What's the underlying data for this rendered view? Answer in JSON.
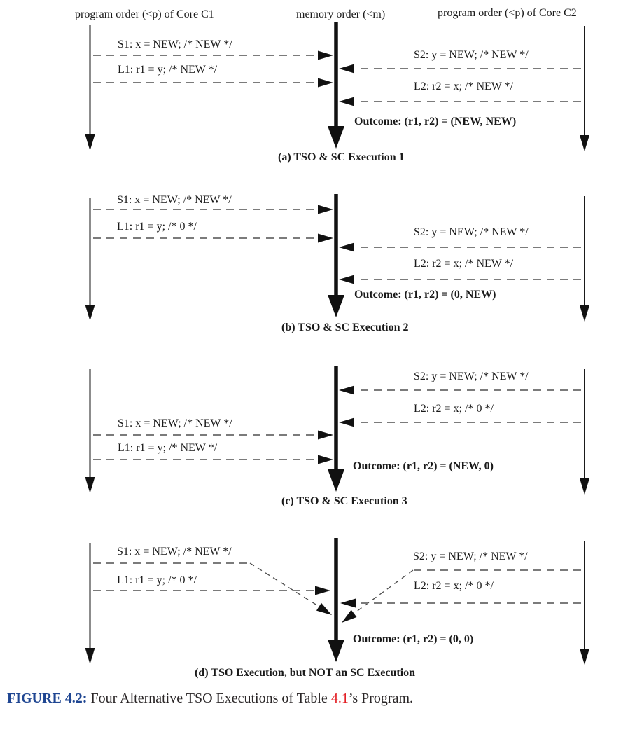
{
  "headers": {
    "left": "program order (<p) of Core C1",
    "middle": "memory order (<m)",
    "right": "program order (<p) of Core C2"
  },
  "panels": [
    {
      "caption": "(a) TSO & SC Execution 1",
      "outcome": "Outcome: (r1, r2) = (NEW, NEW)",
      "ops": {
        "s1": "S1: x = NEW; /* NEW */",
        "l1": "L1: r1 = y; /* NEW */",
        "s2": "S2: y = NEW; /* NEW */",
        "l2": "L2: r2 = x; /* NEW */"
      }
    },
    {
      "caption": "(b) TSO & SC Execution 2",
      "outcome": "Outcome: (r1, r2) = (0, NEW)",
      "ops": {
        "s1": "S1: x = NEW; /* NEW */",
        "l1": "L1: r1 = y; /* 0 */",
        "s2": "S2: y = NEW; /* NEW */",
        "l2": "L2: r2 = x; /* NEW */"
      }
    },
    {
      "caption": "(c) TSO & SC Execution 3",
      "outcome": "Outcome: (r1, r2) = (NEW, 0)",
      "ops": {
        "s1": "S1: x = NEW; /* NEW */",
        "l1": "L1: r1 = y; /* NEW */",
        "s2": "S2: y = NEW; /* NEW */",
        "l2": "L2: r2 = x; /* 0 */"
      }
    },
    {
      "caption": "(d) TSO Execution, but NOT an SC Execution",
      "outcome": "Outcome: (r1, r2) = (0, 0)",
      "ops": {
        "s1": "S1: x = NEW; /* NEW */",
        "l1": "L1: r1 = y; /* 0 */",
        "s2": "S2: y = NEW; /* NEW */",
        "l2": "L2: r2 = x; /* 0 */"
      }
    }
  ],
  "figure_caption": {
    "label": "FIGURE 4.2:",
    "text_before": " Four Alternative TSO Executions of Table ",
    "table_ref": "4.1",
    "text_after": "’s Program."
  },
  "colors": {
    "figure_label_blue": "#1f4692",
    "table_ref_red": "#e31f25",
    "text_black": "#1a1a1a",
    "dash_gray": "#7b7b7b"
  }
}
